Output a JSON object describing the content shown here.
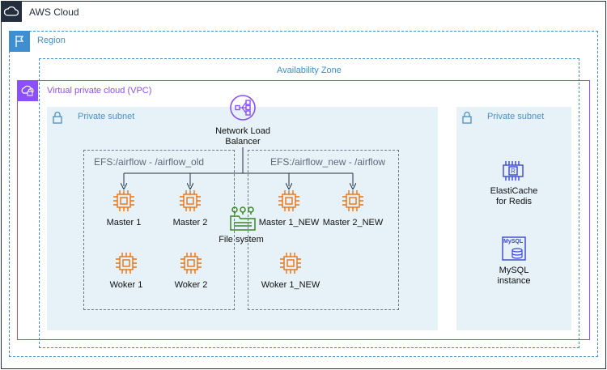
{
  "aws_cloud": {
    "label": "AWS Cloud"
  },
  "region": {
    "label": "Region"
  },
  "availability_zone": {
    "label": "Availability Zone"
  },
  "vpc": {
    "label": "Virtual private cloud (VPC)"
  },
  "subnet_left": {
    "label": "Private subnet"
  },
  "subnet_right": {
    "label": "Private subnet"
  },
  "load_balancer": {
    "label_line1": "Network Load",
    "label_line2": "Balancer"
  },
  "efs_old": {
    "label": "EFS:/airflow - /airflow_old"
  },
  "efs_new": {
    "label": "EFS:/airflow_new - /airflow"
  },
  "file_system": {
    "label": "File system"
  },
  "nodes": {
    "master1": "Master 1",
    "master2": "Master 2",
    "worker1": "Woker 1",
    "worker2": "Woker 2",
    "master1_new": "Master 1_NEW",
    "master2_new": "Master 2_NEW",
    "worker1_new": "Woker 1_NEW"
  },
  "elasticache": {
    "label_line1": "ElastiCache",
    "label_line2": "for Redis"
  },
  "mysql": {
    "label_line1": "MySQL",
    "label_line2": "instance",
    "icon_text": "MySQL"
  },
  "colors": {
    "aws_cloud": "#232f3e",
    "region": "#3f8fd0",
    "vpc": "#8c4fff",
    "subnet_bg": "#e6f2f8",
    "subnet_text": "#4a90c8",
    "ec2": "#ec7211",
    "elb": "#8c4fff",
    "efs": "#3f8624",
    "db": "#3b48cc"
  }
}
